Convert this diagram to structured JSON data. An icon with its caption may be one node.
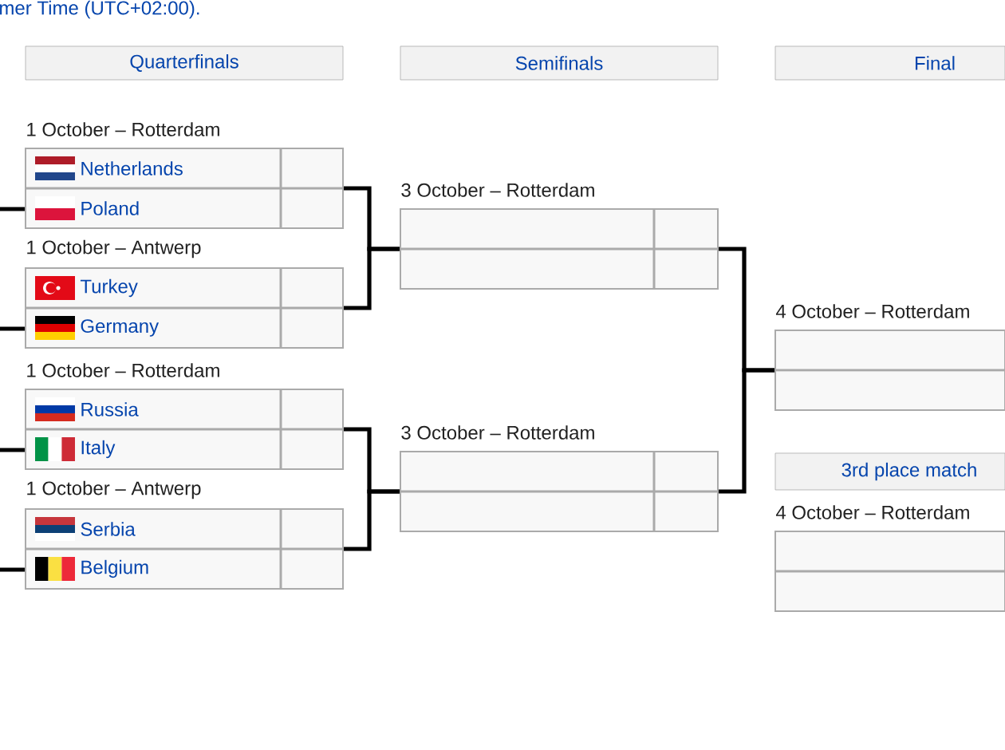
{
  "diagram": {
    "nodes": [
      {
        "text": [
          "Quarterfinals"
        ]
      },
      {
        "text": [
          "Semifinals"
        ]
      },
      {
        "text": [
          "Final"
        ]
      },
      {
        "text": [
          "Netherlands",
          "Poland"
        ],
        "beside": [
          "1 October – Rotterdam"
        ]
      },
      {
        "text": [
          "Turkey",
          "Germany"
        ],
        "beside": [
          "1 October – Antwerp"
        ]
      },
      {
        "text": [
          "Russia",
          "Italy"
        ],
        "beside": [
          "1 October – Rotterdam"
        ]
      },
      {
        "text": [
          "Serbia",
          "Belgium"
        ],
        "beside": [
          "1 October – Antwerp"
        ]
      },
      {
        "text": [],
        "shape": "box",
        "beside": [
          "3 October – Rotterdam"
        ]
      },
      {
        "text": [],
        "shape": "box",
        "beside": [
          "3 October – Rotterdam"
        ]
      },
      {
        "text": [],
        "shape": "box",
        "beside": [
          "4 October – Rotterdam"
        ]
      },
      {
        "text": [
          "3rd place match"
        ]
      },
      {
        "text": [],
        "shape": "box",
        "beside": [
          "4 October – Rotterdam"
        ]
      }
    ],
    "edges": [
      {
        "from": null,
        "to": 3,
        "arrow": "none"
      },
      {
        "from": null,
        "to": 4,
        "arrow": "none"
      },
      {
        "from": null,
        "to": 5,
        "arrow": "none"
      },
      {
        "from": null,
        "to": 6,
        "arrow": "none"
      },
      {
        "from": 3,
        "to": 7,
        "arrow": "none"
      },
      {
        "from": 4,
        "to": 7,
        "arrow": "none"
      },
      {
        "from": 5,
        "to": 8,
        "arrow": "none"
      },
      {
        "from": 6,
        "to": 8,
        "arrow": "none"
      },
      {
        "from": 7,
        "to": 9,
        "arrow": "none"
      },
      {
        "from": 8,
        "to": 9,
        "arrow": "none"
      }
    ],
    "labels": [
      "mer Time (UTC+02:00)."
    ]
  }
}
